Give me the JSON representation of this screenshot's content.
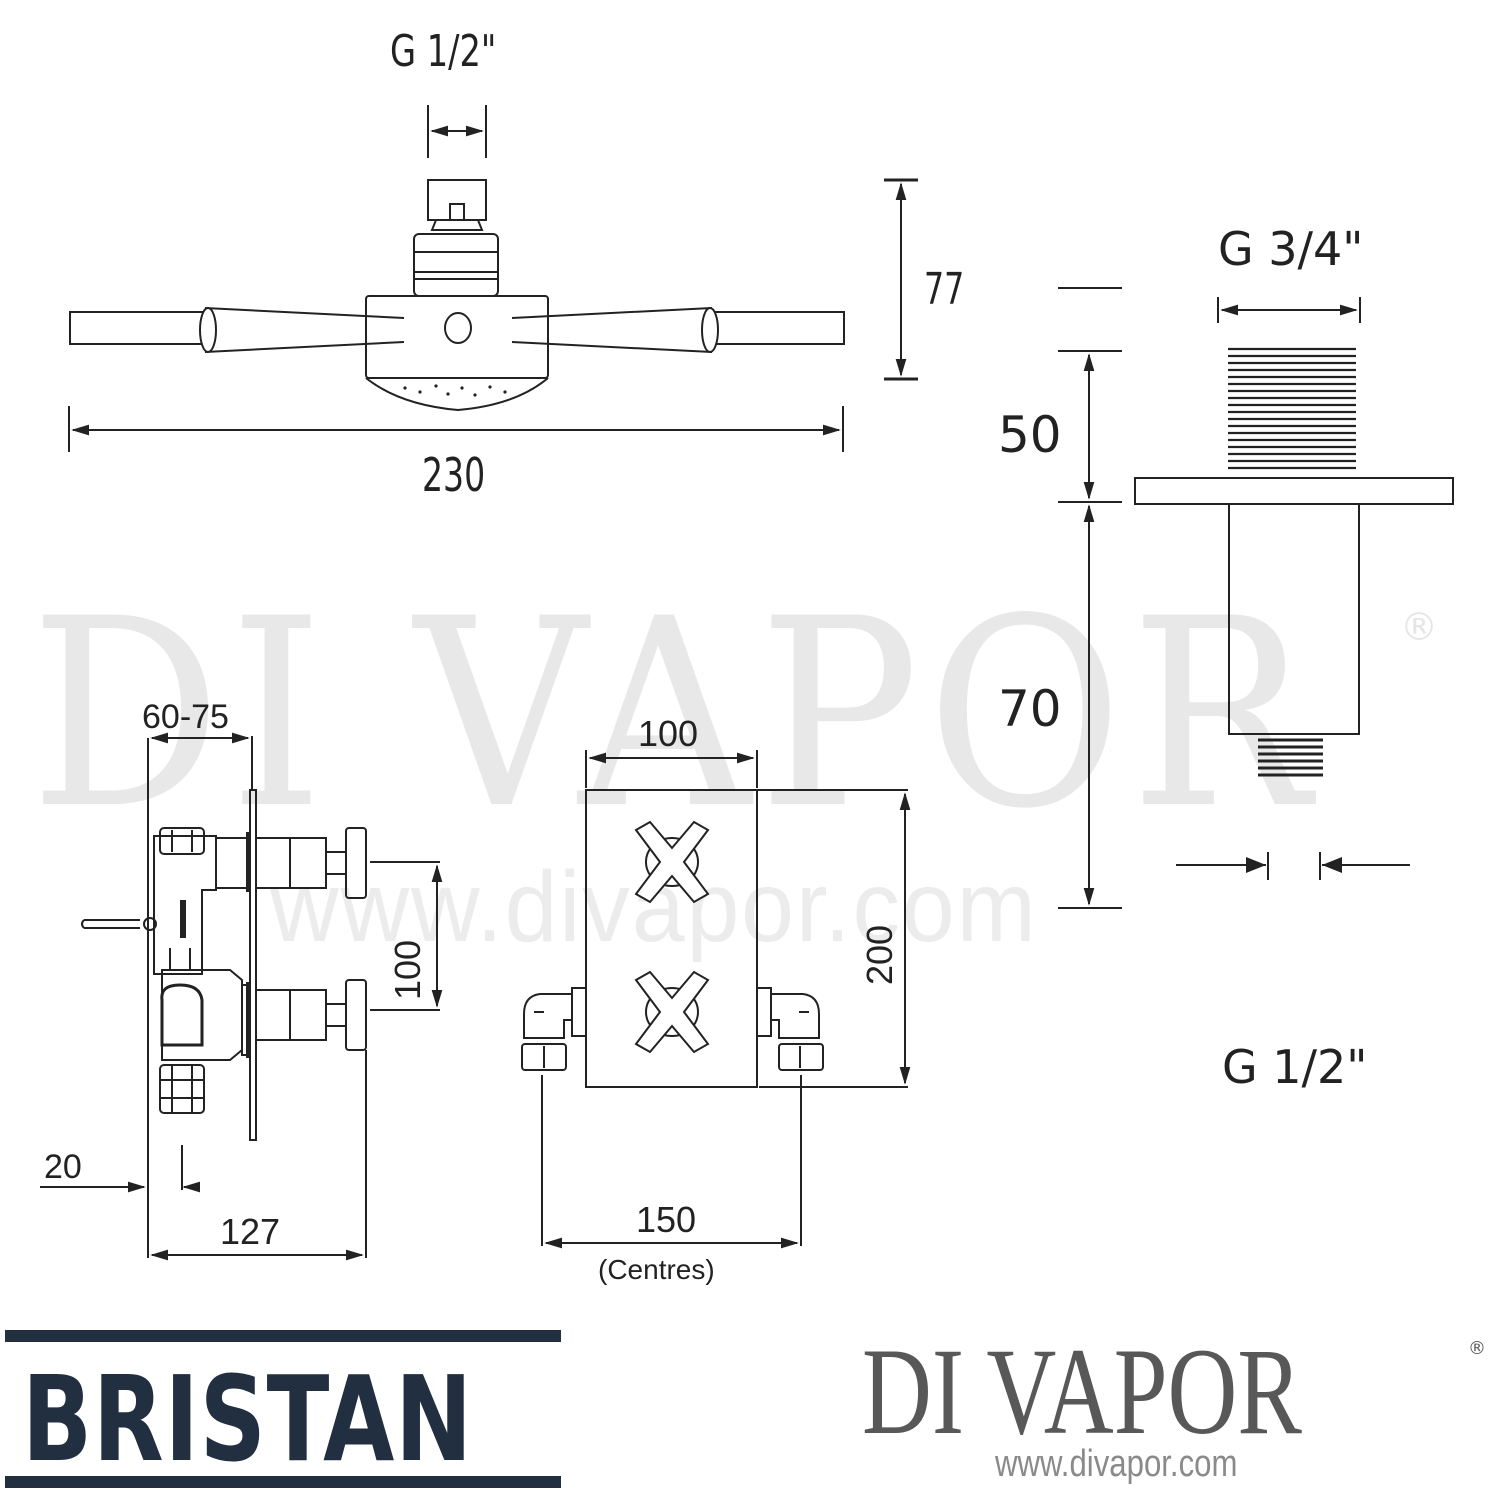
{
  "watermark": {
    "brand": "DI VAPOR",
    "registered": "®",
    "url": "www.divapor.com"
  },
  "shower_head": {
    "inlet_label": "G 1/2\"",
    "height_label": "77",
    "width_label": "230"
  },
  "shower_arm": {
    "top_thread_label": "G 3/4\"",
    "upper_length_label": "50",
    "lower_length_label": "70",
    "bottom_thread_label": "G 1/2\""
  },
  "valve_side_view": {
    "depth_range_label": "60-75",
    "handle_spacing_label": "100",
    "offset_label": "20",
    "overall_depth_label": "127"
  },
  "valve_front_view": {
    "plate_width_label": "100",
    "plate_height_label": "200",
    "inlet_centres_label": "150",
    "inlet_centres_note": "(Centres)"
  },
  "footer": {
    "manufacturer_logo": "BRISTAN",
    "manufacturer_color": "#222f40",
    "retailer_logo": "DI VAPOR",
    "retailer_registered": "®",
    "retailer_color": "#585858",
    "retailer_url": "www.divapor.com"
  }
}
